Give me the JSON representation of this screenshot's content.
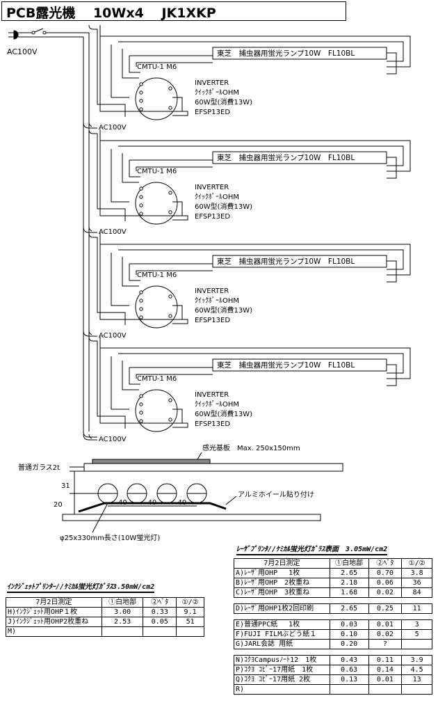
{
  "title": "PCB露光機　 10Wx4 　JK1XKP",
  "power_label": "AC100V",
  "units": [
    {
      "lamp": "東芝　捕虫器用蛍光ランプ10W　FL10BL",
      "ballast": "CMTU-1 M6",
      "inverter": [
        "INVERTER",
        "ｸｲｯｸﾎﾟｰﾙOHM",
        "60W型(消費13W)",
        "EFSP13ED"
      ],
      "supply": "AC100V"
    },
    {
      "lamp": "東芝　捕虫器用蛍光ランプ10W　FL10BL",
      "ballast": "CMTU-1 M6",
      "inverter": [
        "INVERTER",
        "ｸｲｯｸﾎﾟｰﾙOHM",
        "60W型(消費13W)",
        "EFSP13ED"
      ],
      "supply": "AC100V"
    },
    {
      "lamp": "東芝　捕虫器用蛍光ランプ10W　FL10BL",
      "ballast": "CMTU-1 M6",
      "inverter": [
        "INVERTER",
        "ｸｲｯｸﾎﾟｰﾙOHM",
        "60W型(消費13W)",
        "EFSP13ED"
      ],
      "supply": "AC100V"
    },
    {
      "lamp": "東芝　捕虫器用蛍光ランプ10W　FL10BL",
      "ballast": "CMTU-1 M6",
      "inverter": [
        "INVERTER",
        "ｸｲｯｸﾎﾟｰﾙOHM",
        "60W型(消費13W)",
        "EFSP13ED"
      ],
      "supply": "AC100V"
    }
  ],
  "cross_section": {
    "board_label": "感光基板　Max. 250x150mm",
    "glass_label": "普通ガラス2t",
    "dim_31": "31",
    "dim_20": "20",
    "spacing": [
      "40",
      "40",
      "40"
    ],
    "foil_label": "アルミホイール貼り付け",
    "tube_label": "φ25x330mm長さ(10W蛍光灯)"
  },
  "laser_table": {
    "title": "ﾚｰｻﾞﾌﾟﾘﾝﾀ//ｹﾐｶﾙ蛍光灯ｶﾞﾗｽ表面　3.05mW/cm2",
    "header": [
      "7月2日測定",
      "①白地部",
      "②ﾍﾞﾀ",
      "①/②"
    ],
    "groups": [
      [
        [
          "A)ﾚｰｻﾞ用OHP　 1枚",
          "2.65",
          "0.70",
          "3.8"
        ],
        [
          "B)ﾚｰｻﾞ用OHP　2枚重ね",
          "2.18",
          "0.06",
          "36"
        ],
        [
          "C)ﾚｰｻﾞ用OHP　3枚重ね",
          "1.68",
          "0.02",
          "84"
        ]
      ],
      [
        [
          "D)ﾚｰｻﾞ用OHP1枚2回印刷",
          "2.65",
          "0.25",
          "11"
        ]
      ],
      [
        [
          "E)普通PPC紙　 1枚",
          "0.03",
          "0.01",
          "3"
        ],
        [
          "F)FUJI FILMぶどう紙１",
          "0.10",
          "0.02",
          "5"
        ],
        [
          "G)JARL会誌 用紙",
          "0.20",
          "?",
          ""
        ]
      ],
      [
        [
          "N)ｺｸﾖCampusﾉｰﾄ12　1枚",
          "0.43",
          "0.11",
          "3.9"
        ],
        [
          "P)ｺｸﾖ ｺﾋﾟｰ17用紙　1枚",
          "0.63",
          "0.14",
          "4.5"
        ],
        [
          "Q)ｺｸﾖ ｺﾋﾟｰ17用紙 2枚",
          "0.13",
          "0.01",
          "13"
        ],
        [
          "R)",
          "",
          "",
          ""
        ]
      ]
    ]
  },
  "inkjet_table": {
    "title": "ｲﾝｸｼﾞｪｯﾄﾌﾟﾘﾝﾀｰ//ｹﾐｶﾙ蛍光灯ｶﾞﾗｽ3.50mW/cm2",
    "header": [
      "7月2日測定",
      "①白地部",
      "②ﾍﾞﾀ",
      "①/②"
    ],
    "rows": [
      [
        "H)ｲﾝｸｼﾞｪｯﾄ用OHP１枚",
        "3.00",
        "0.33",
        "9.1"
      ],
      [
        "J)ｲﾝｸｼﾞｪｯﾄ用OHP2枚重ね",
        "2.53",
        "0.05",
        "51"
      ],
      [
        "M)",
        "",
        "",
        ""
      ]
    ]
  }
}
